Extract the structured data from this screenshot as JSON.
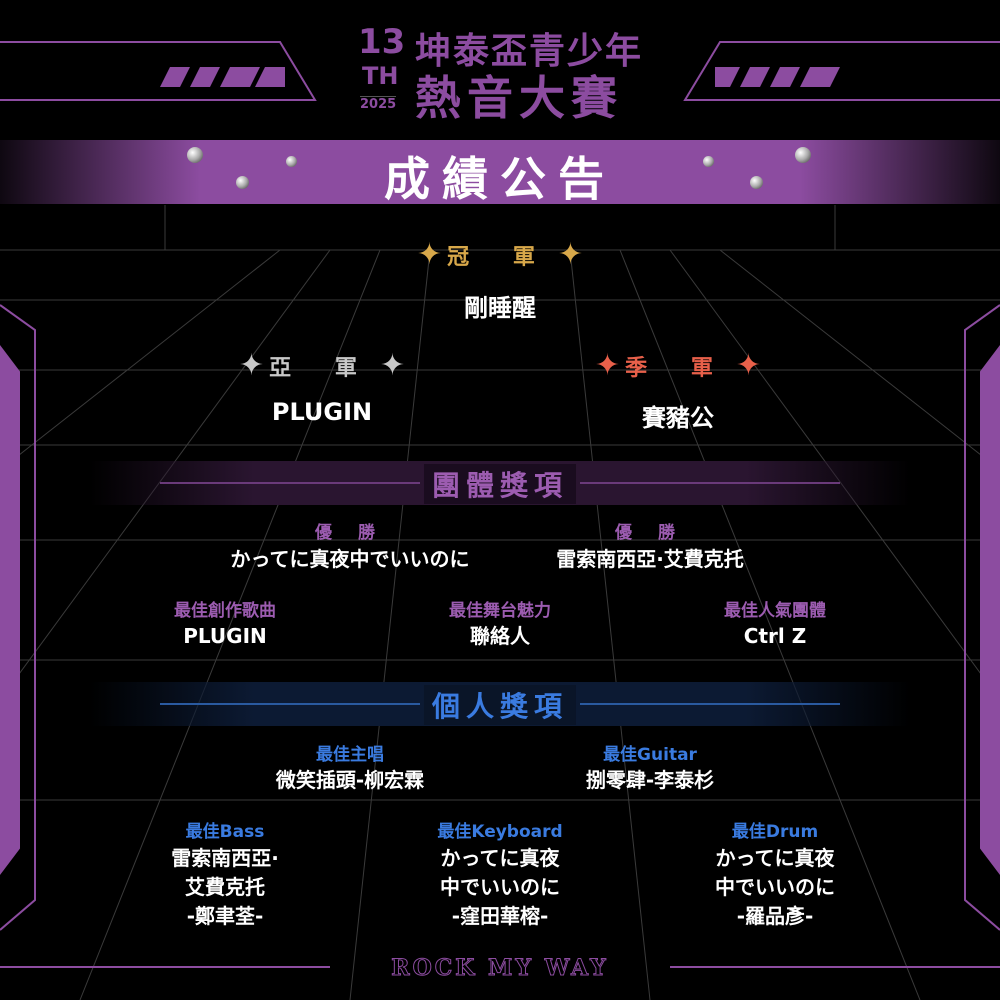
{
  "header": {
    "edition_num": "13",
    "edition_suffix": "TH",
    "year": "2025",
    "title_line1": "坤泰盃青少年",
    "title_line2": "熱音大賽"
  },
  "banner": {
    "title": "成績公告"
  },
  "podium": {
    "first": {
      "label": "冠 軍",
      "name": "剛睡醒"
    },
    "second": {
      "label": "亞 軍",
      "name": "PLUGIN"
    },
    "third": {
      "label": "季 軍",
      "name": "賽豬公"
    }
  },
  "group": {
    "title": "團體獎項",
    "awards": [
      {
        "label": "優 勝",
        "value": "かってに真夜中でいいのに"
      },
      {
        "label": "優 勝",
        "value": "雷索南西亞·艾費克托"
      },
      {
        "label": "最佳創作歌曲",
        "value": "PLUGIN"
      },
      {
        "label": "最佳舞台魅力",
        "value": "聯絡人"
      },
      {
        "label": "最佳人氣團體",
        "value": "Ctrl Z"
      }
    ]
  },
  "individual": {
    "title": "個人獎項",
    "awards": [
      {
        "label": "最佳主唱",
        "lines": [
          "微笑插頭-柳宏霖"
        ]
      },
      {
        "label": "最佳Guitar",
        "lines": [
          "捌零肆-李泰杉"
        ]
      },
      {
        "label": "最佳Bass",
        "lines": [
          "雷索南西亞·",
          "艾費克托",
          "-鄭聿荃-"
        ]
      },
      {
        "label": "最佳Keyboard",
        "lines": [
          "かってに真夜",
          "中でいいのに",
          "-窪田華榕-"
        ]
      },
      {
        "label": "最佳Drum",
        "lines": [
          "かってに真夜",
          "中でいいのに",
          "-羅品彥-"
        ]
      }
    ]
  },
  "footer": {
    "slogan": "ROCK MY WAY"
  },
  "colors": {
    "purple": "#8c4ca0",
    "gold": "#d8a84a",
    "silver": "#c8c8c8",
    "bronze": "#e8604a",
    "group_label": "#9c5cb0",
    "individual_label": "#3a7be0"
  }
}
